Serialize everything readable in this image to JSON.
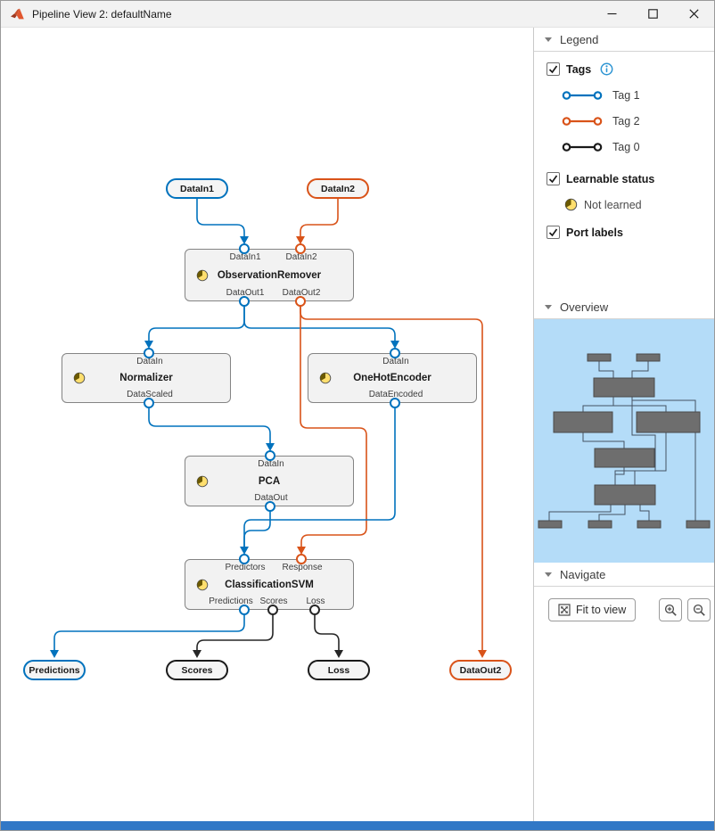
{
  "window": {
    "title": "Pipeline View 2: defaultName"
  },
  "sidebar": {
    "legend": {
      "title": "Legend",
      "tags_label": "Tags",
      "tags": [
        {
          "label": "Tag 1",
          "color": "#0072BD"
        },
        {
          "label": "Tag 2",
          "color": "#D95319"
        },
        {
          "label": "Tag 0",
          "color": "#1A1A1A"
        }
      ],
      "learnable_label": "Learnable status",
      "not_learned_label": "Not learned",
      "port_labels_label": "Port labels"
    },
    "overview": {
      "title": "Overview"
    },
    "navigate": {
      "title": "Navigate",
      "fit_to_view_label": "Fit to view"
    }
  },
  "pipeline": {
    "inputs": [
      {
        "label": "DataIn1"
      },
      {
        "label": "DataIn2"
      }
    ],
    "blocks": [
      {
        "name": "ObservationRemover",
        "status": "Not learned",
        "inputs": [
          "DataIn1",
          "DataIn2"
        ],
        "outputs": [
          "DataOut1",
          "DataOut2"
        ]
      },
      {
        "name": "Normalizer",
        "status": "Not learned",
        "inputs": [
          "DataIn"
        ],
        "outputs": [
          "DataScaled"
        ]
      },
      {
        "name": "OneHotEncoder",
        "status": "Not learned",
        "inputs": [
          "DataIn"
        ],
        "outputs": [
          "DataEncoded"
        ]
      },
      {
        "name": "PCA",
        "status": "Not learned",
        "inputs": [
          "DataIn"
        ],
        "outputs": [
          "DataOut"
        ]
      },
      {
        "name": "ClassificationSVM",
        "status": "Not learned",
        "inputs": [
          "Predictors",
          "Response"
        ],
        "outputs": [
          "Predictions",
          "Scores",
          "Loss"
        ]
      }
    ],
    "outputs": [
      {
        "label": "Predictions"
      },
      {
        "label": "Scores"
      },
      {
        "label": "Loss"
      },
      {
        "label": "DataOut2"
      }
    ]
  },
  "colors": {
    "tag1": "#0072BD",
    "tag2": "#D95319",
    "tag0": "#1A1A1A",
    "minimap_bg": "#B4DCF8"
  }
}
